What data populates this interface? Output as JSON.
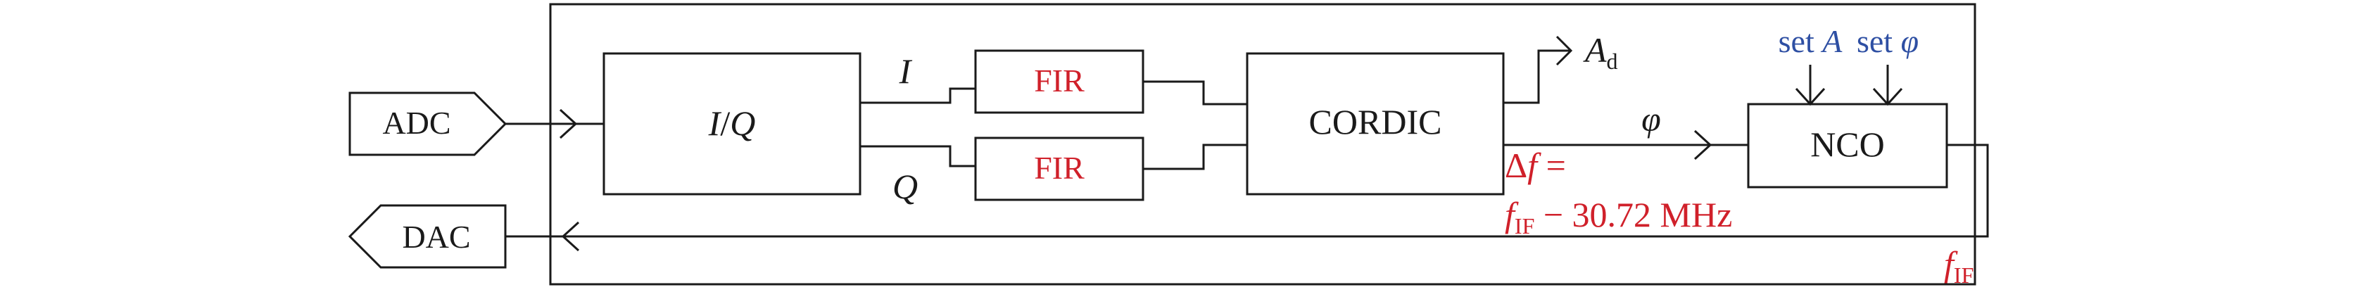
{
  "colors": {
    "stroke": "#1a1a1a",
    "label": "#1a1a1a",
    "fir": "#d0202a",
    "annotation": "#d0202a",
    "control": "#2e4fa3"
  },
  "ports": {
    "adc": "ADC",
    "dac": "DAC"
  },
  "blocks": {
    "iq": {
      "i": "I",
      "slash": "/",
      "q": "Q"
    },
    "fir_top": "FIR",
    "fir_bottom": "FIR",
    "cordic": "CORDIC",
    "nco": "NCO"
  },
  "signals": {
    "i": "I",
    "q": "Q",
    "amplitude": {
      "base": "A",
      "sub": "d"
    },
    "phase": "φ",
    "if_feedback": {
      "base": "f",
      "sub": "IF"
    }
  },
  "controls": {
    "set_a": {
      "prefix": "set ",
      "var": "A"
    },
    "set_phi": {
      "prefix": "set ",
      "var": "φ"
    }
  },
  "annotation": {
    "line1": {
      "delta": "Δ",
      "var": "f",
      "eq": " ="
    },
    "line2": {
      "var": "f",
      "sub": "IF",
      "rest": " − 30.72 MHz"
    }
  }
}
